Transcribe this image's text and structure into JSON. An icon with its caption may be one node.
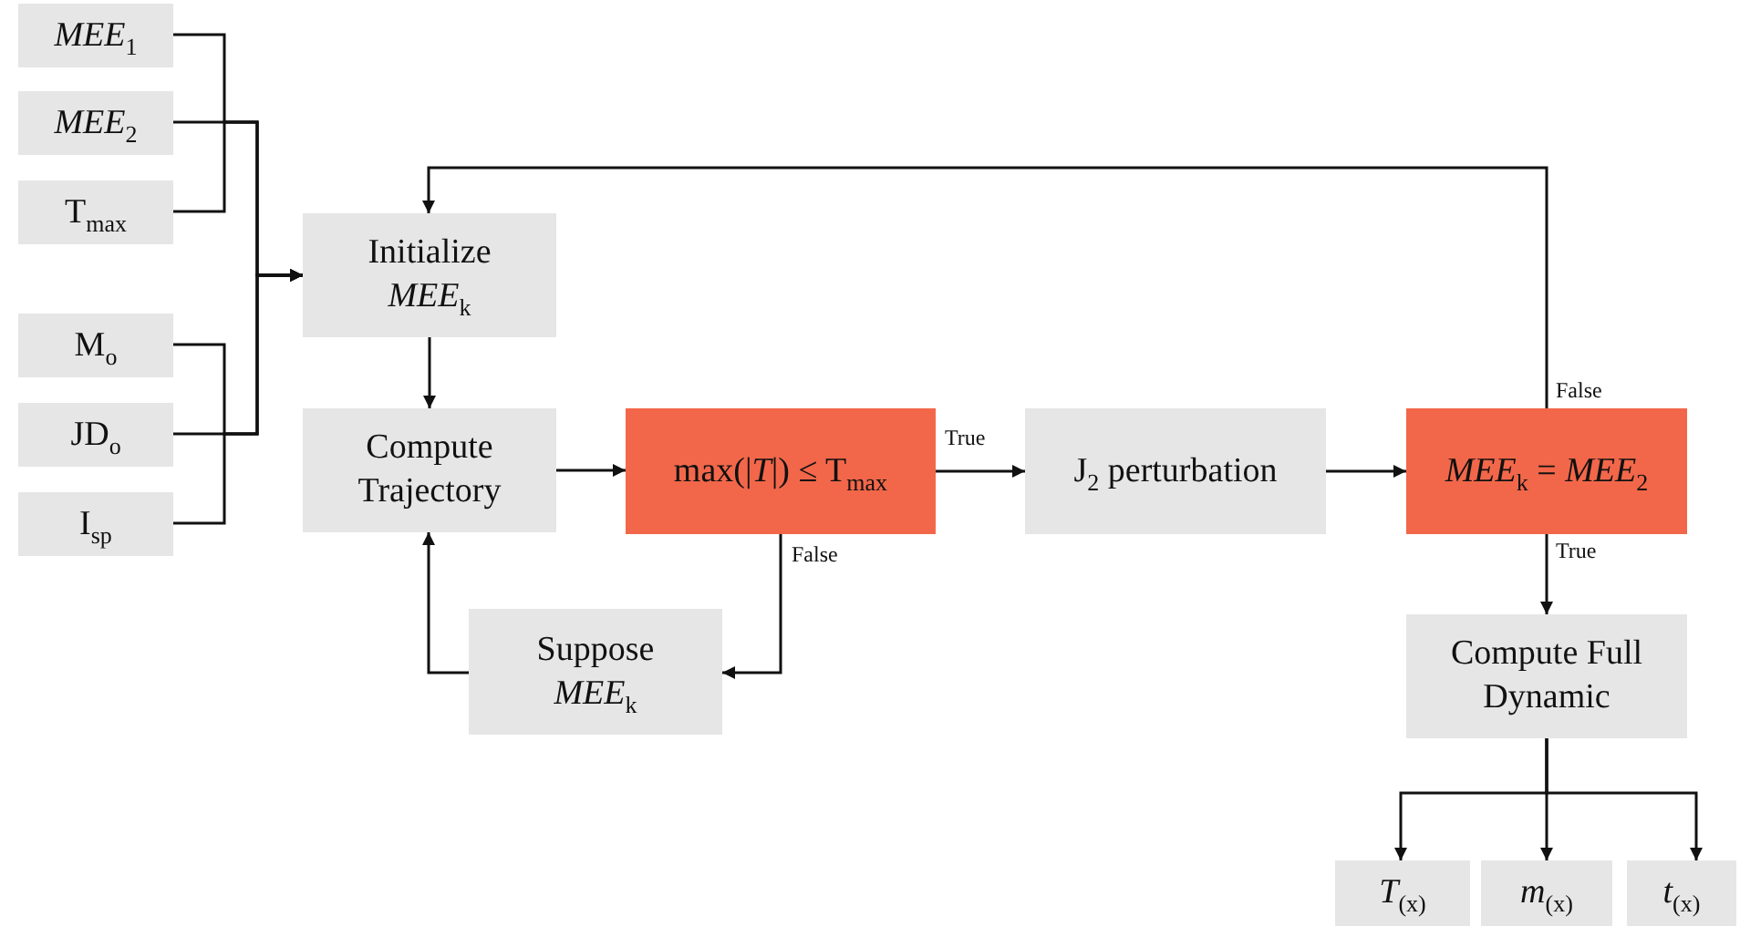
{
  "diagram": {
    "nodes": [
      {
        "text": [
          "*MEE*$_{1}$"
        ]
      },
      {
        "text": [
          "*MEE*$_{2}$"
        ]
      },
      {
        "text": [
          "T$_{max}$"
        ]
      },
      {
        "text": [
          "M$_{o}$"
        ]
      },
      {
        "text": [
          "JD$_{o}$"
        ]
      },
      {
        "text": [
          "I$_{sp}$"
        ]
      },
      {
        "text": [
          "Initialize *MEE*$_{k}$"
        ]
      },
      {
        "text": [
          "Compute Trajectory"
        ]
      },
      {
        "text": [
          "max(|*T*|) ≤ T$_{max}$"
        ]
      },
      {
        "text": [
          "J$_{2}$ perturbation"
        ]
      },
      {
        "text": [
          "*MEE*$_{k}$ = *MEE*$_{2}$"
        ]
      },
      {
        "text": [
          "Suppose *MEE*$_{k}$"
        ]
      },
      {
        "text": [
          "Compute Full Dynamic"
        ]
      },
      {
        "text": [
          "*T*$_{(x)}$"
        ]
      },
      {
        "text": [
          "*m*$_{(x)}$"
        ]
      },
      {
        "text": [
          "*t*$_{(x)}$"
        ]
      }
    ],
    "edges": [
      {
        "from": 0,
        "to": 6,
        "arrow": "to"
      },
      {
        "from": 1,
        "to": 6,
        "arrow": "to"
      },
      {
        "from": 2,
        "to": 6,
        "arrow": "to"
      },
      {
        "from": 3,
        "to": 6,
        "arrow": "to"
      },
      {
        "from": 4,
        "to": 6,
        "arrow": "to"
      },
      {
        "from": 5,
        "to": 6,
        "arrow": "to"
      },
      {
        "from": 6,
        "to": 7,
        "arrow": "to"
      },
      {
        "from": 7,
        "to": 8,
        "arrow": "to"
      },
      {
        "from": 8,
        "to": 9,
        "arrow": "to",
        "label": "True"
      },
      {
        "from": 8,
        "to": 11,
        "arrow": "to",
        "label": "False"
      },
      {
        "from": 11,
        "to": 7,
        "arrow": "to"
      },
      {
        "from": 9,
        "to": 10,
        "arrow": "to"
      },
      {
        "from": 10,
        "to": 6,
        "arrow": "to",
        "label": "False"
      },
      {
        "from": 10,
        "to": 12,
        "arrow": "to",
        "label": "True"
      },
      {
        "from": 12,
        "to": 13,
        "arrow": "to"
      },
      {
        "from": 12,
        "to": 14,
        "arrow": "to"
      },
      {
        "from": 12,
        "to": 15,
        "arrow": "to"
      }
    ]
  }
}
